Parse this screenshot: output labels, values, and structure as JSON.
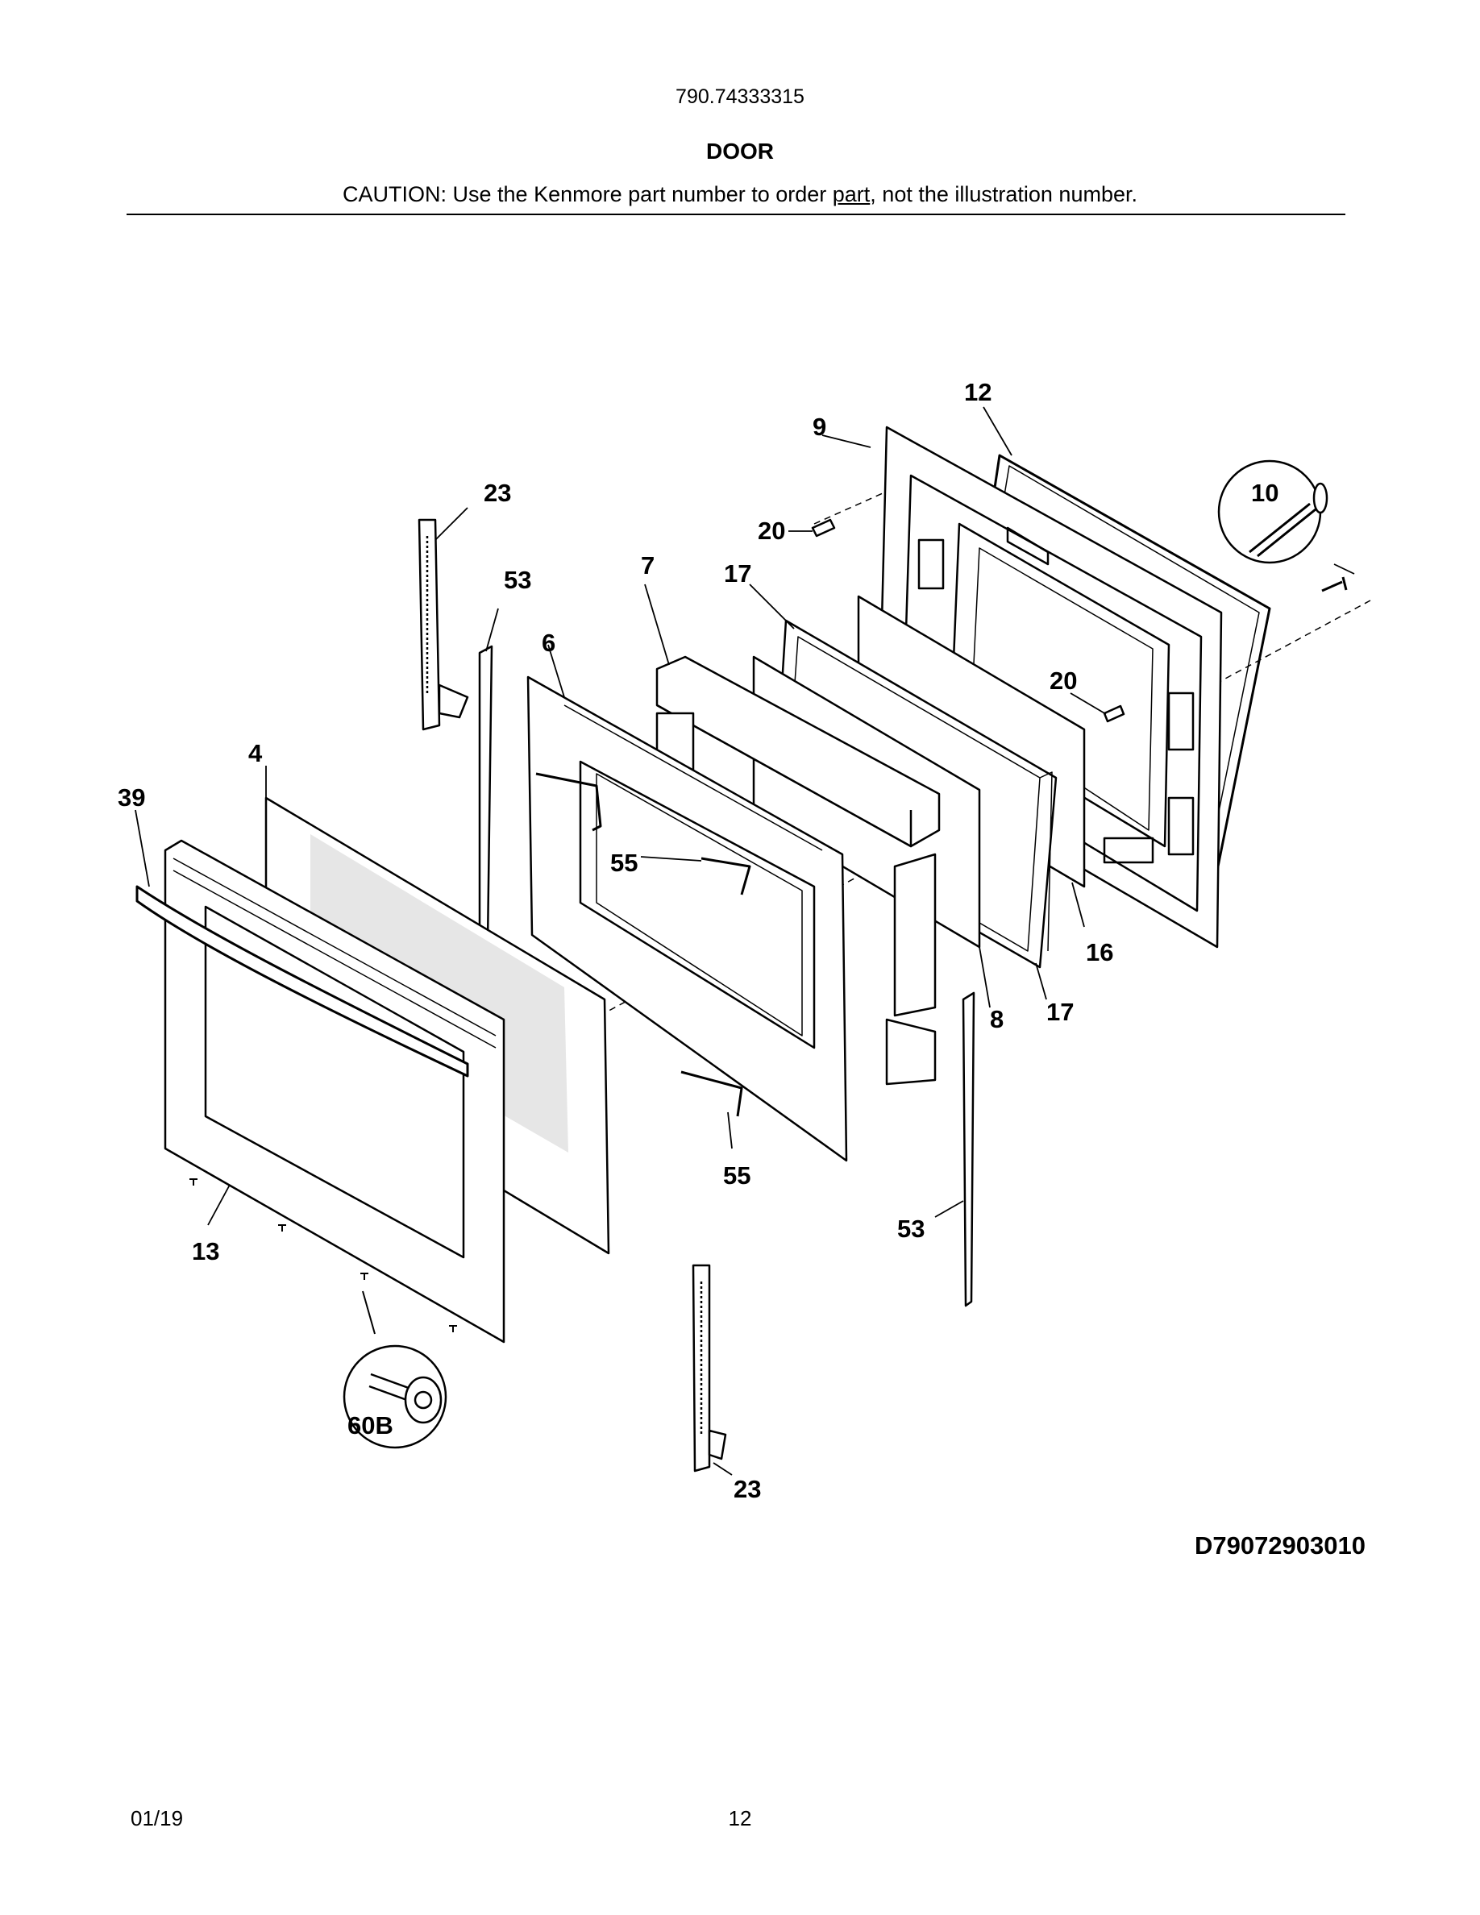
{
  "header": {
    "model_number": "790.74333315",
    "section_title": "DOOR",
    "caution_prefix": "CAUTION: Use the Kenmore part number to order ",
    "caution_underlined": "part",
    "caution_suffix": ", not the illustration number."
  },
  "diagram": {
    "callouts": [
      "12",
      "9",
      "10",
      "23",
      "20",
      "7",
      "17",
      "53",
      "6",
      "20",
      "4",
      "39",
      "55",
      "16",
      "8",
      "17",
      "55",
      "53",
      "13",
      "60B",
      "23"
    ],
    "drawing_code": "D79072903010"
  },
  "footer": {
    "date": "01/19",
    "page_number": "12"
  }
}
